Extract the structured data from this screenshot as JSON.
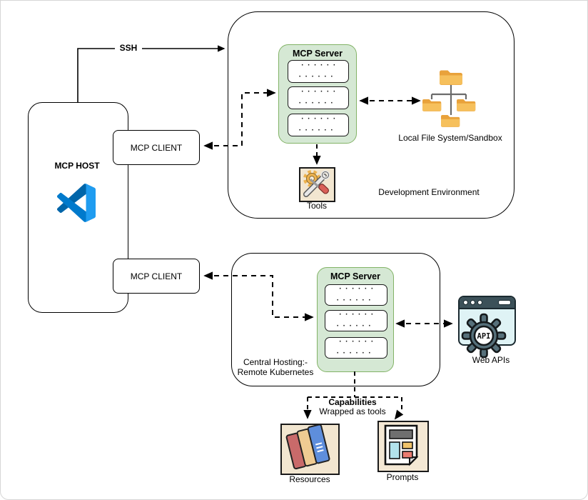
{
  "labels": {
    "ssh": "SSH",
    "mcp_host": "MCP HOST",
    "mcp_client_top": "MCP CLIENT",
    "mcp_client_bottom": "MCP CLIENT",
    "dev_env": "Development Environment",
    "local_fs": "Local File System/Sandbox",
    "tools": "Tools",
    "central_hosting_line1": "Central Hosting:-",
    "central_hosting_line2": "Remote Kubernetes",
    "web_apis": "Web APIs",
    "api_gear": "API",
    "capabilities": "Capabilities",
    "wrapped_as_tools": "Wrapped as tools",
    "resources": "Resources",
    "prompts": "Prompts"
  },
  "server_top": {
    "title": "MCP Server",
    "slots": [
      "······\n······",
      "······\n······",
      "······\n······"
    ]
  },
  "server_bottom": {
    "title": "MCP Server",
    "slots": [
      "······\n······",
      "······\n······",
      "······\n······"
    ]
  },
  "colors": {
    "server_fill": "#d5e8d4",
    "server_stroke": "#82b366",
    "folder_body": "#f6c05c",
    "folder_tab": "#e9a23b",
    "vscode_blue": "#007acc",
    "browser_dark": "#3c5159",
    "browser_body": "#dff3f5",
    "icon_plate": "#f2e6d0",
    "resource_red": "#c96a6a",
    "resource_tan": "#efcb92",
    "resource_blue": "#5e8edc",
    "prompt_gray": "#6f6f6f",
    "prompt_cyan": "#b3e3ec",
    "prompt_yellow": "#f0c36b",
    "prompt_red": "#ea7b6f"
  }
}
